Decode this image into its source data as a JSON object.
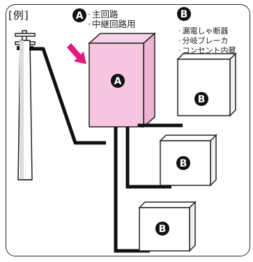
{
  "example_label": "[例]",
  "marker_a": "A",
  "marker_b": "B",
  "legend_a": {
    "items": [
      "主回路",
      "中継回路用"
    ]
  },
  "legend_b": {
    "items": [
      "漏電しゃ断器",
      "分岐ブレーカ",
      "コンセント内蔵"
    ]
  },
  "colors": {
    "main_box_fill": "#f6c6e0",
    "arrow": "#e6197e",
    "line": "#111111"
  }
}
